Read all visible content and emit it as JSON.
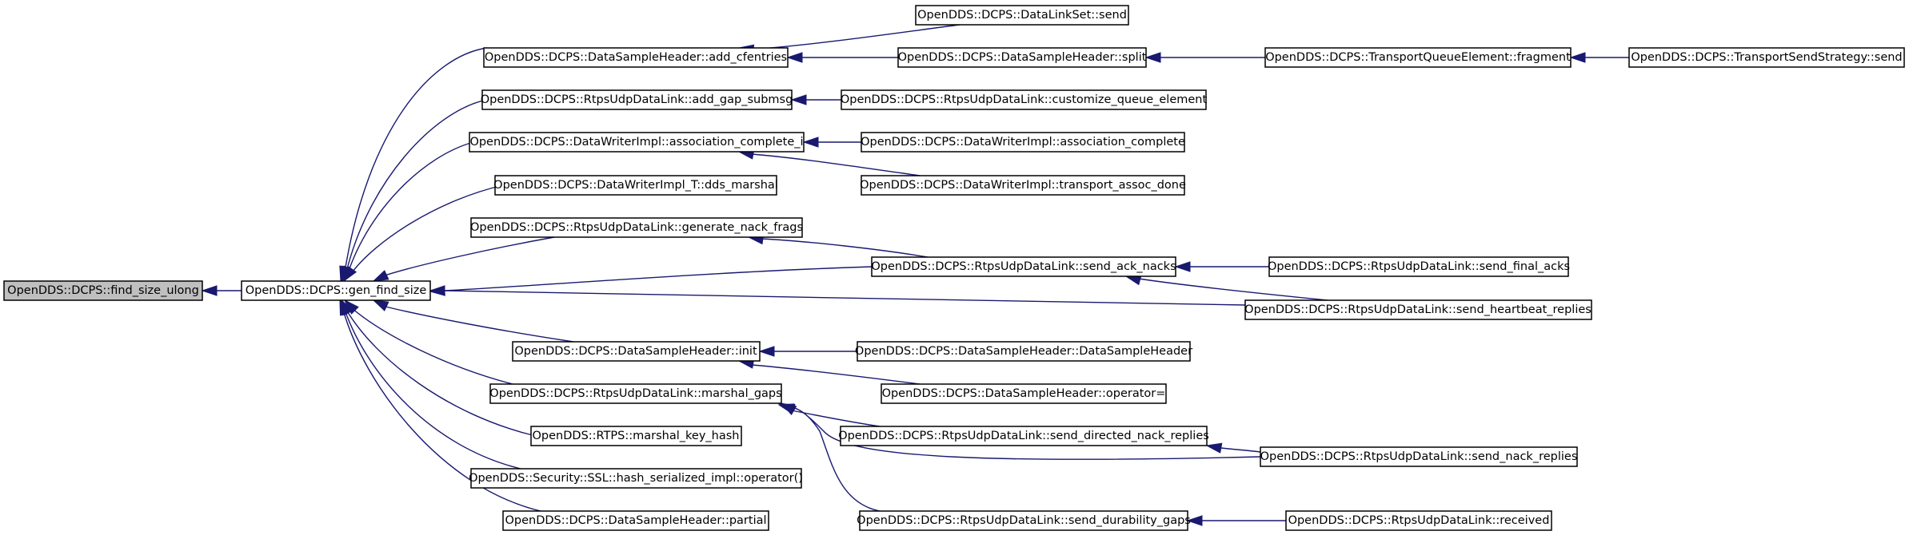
{
  "diagram": {
    "edge_color": "#191970",
    "highlight_fill": "#bfbfbf",
    "nodes": {
      "find_size_ulong": "OpenDDS::DCPS::find_size_ulong",
      "gen_find_size": "OpenDDS::DCPS::gen_find_size",
      "add_cfentries": "OpenDDS::DCPS::DataSampleHeader::add_cfentries",
      "add_gap_submsg": "OpenDDS::DCPS::RtpsUdpDataLink::add_gap_submsg",
      "association_complete_i": "OpenDDS::DCPS::DataWriterImpl::association_complete_i",
      "dds_marshal": "OpenDDS::DCPS::DataWriterImpl_T::dds_marshal",
      "generate_nack_frags": "OpenDDS::DCPS::RtpsUdpDataLink::generate_nack_frags",
      "init": "OpenDDS::DCPS::DataSampleHeader::init",
      "marshal_gaps": "OpenDDS::DCPS::RtpsUdpDataLink::marshal_gaps",
      "marshal_key_hash": "OpenDDS::RTPS::marshal_key_hash",
      "hash_serialized": "OpenDDS::Security::SSL::hash_serialized_impl::operator()",
      "partial": "OpenDDS::DCPS::DataSampleHeader::partial",
      "datalinkset_send": "OpenDDS::DCPS::DataLinkSet::send",
      "split": "OpenDDS::DCPS::DataSampleHeader::split",
      "customize_queue_element": "OpenDDS::DCPS::RtpsUdpDataLink::customize_queue_element",
      "association_complete": "OpenDDS::DCPS::DataWriterImpl::association_complete",
      "transport_assoc_done": "OpenDDS::DCPS::DataWriterImpl::transport_assoc_done",
      "send_ack_nacks": "OpenDDS::DCPS::RtpsUdpDataLink::send_ack_nacks",
      "datasampleheader_ctor": "OpenDDS::DCPS::DataSampleHeader::DataSampleHeader",
      "operator_eq": "OpenDDS::DCPS::DataSampleHeader::operator=",
      "send_directed_nack_replies": "OpenDDS::DCPS::RtpsUdpDataLink::send_directed_nack_replies",
      "send_durability_gaps": "OpenDDS::DCPS::RtpsUdpDataLink::send_durability_gaps",
      "fragment": "OpenDDS::DCPS::TransportQueueElement::fragment",
      "send_final_acks": "OpenDDS::DCPS::RtpsUdpDataLink::send_final_acks",
      "send_heartbeat_replies": "OpenDDS::DCPS::RtpsUdpDataLink::send_heartbeat_replies",
      "send_nack_replies": "OpenDDS::DCPS::RtpsUdpDataLink::send_nack_replies",
      "received": "OpenDDS::DCPS::RtpsUdpDataLink::received",
      "transport_send": "OpenDDS::DCPS::TransportSendStrategy::send"
    },
    "edges": [
      [
        "gen_find_size",
        "find_size_ulong"
      ],
      [
        "add_cfentries",
        "gen_find_size"
      ],
      [
        "add_gap_submsg",
        "gen_find_size"
      ],
      [
        "association_complete_i",
        "gen_find_size"
      ],
      [
        "dds_marshal",
        "gen_find_size"
      ],
      [
        "generate_nack_frags",
        "gen_find_size"
      ],
      [
        "send_ack_nacks",
        "gen_find_size"
      ],
      [
        "send_heartbeat_replies",
        "gen_find_size"
      ],
      [
        "init",
        "gen_find_size"
      ],
      [
        "marshal_gaps",
        "gen_find_size"
      ],
      [
        "marshal_key_hash",
        "gen_find_size"
      ],
      [
        "hash_serialized",
        "gen_find_size"
      ],
      [
        "partial",
        "gen_find_size"
      ],
      [
        "datalinkset_send",
        "add_cfentries"
      ],
      [
        "split",
        "add_cfentries"
      ],
      [
        "fragment",
        "split"
      ],
      [
        "transport_send",
        "fragment"
      ],
      [
        "customize_queue_element",
        "add_gap_submsg"
      ],
      [
        "association_complete",
        "association_complete_i"
      ],
      [
        "transport_assoc_done",
        "association_complete_i"
      ],
      [
        "send_ack_nacks",
        "generate_nack_frags"
      ],
      [
        "send_final_acks",
        "send_ack_nacks"
      ],
      [
        "send_heartbeat_replies",
        "send_ack_nacks"
      ],
      [
        "datasampleheader_ctor",
        "init"
      ],
      [
        "operator_eq",
        "init"
      ],
      [
        "send_directed_nack_replies",
        "marshal_gaps"
      ],
      [
        "send_nack_replies",
        "marshal_gaps"
      ],
      [
        "send_durability_gaps",
        "marshal_gaps"
      ],
      [
        "send_nack_replies",
        "send_directed_nack_replies"
      ],
      [
        "received",
        "send_durability_gaps"
      ]
    ]
  }
}
